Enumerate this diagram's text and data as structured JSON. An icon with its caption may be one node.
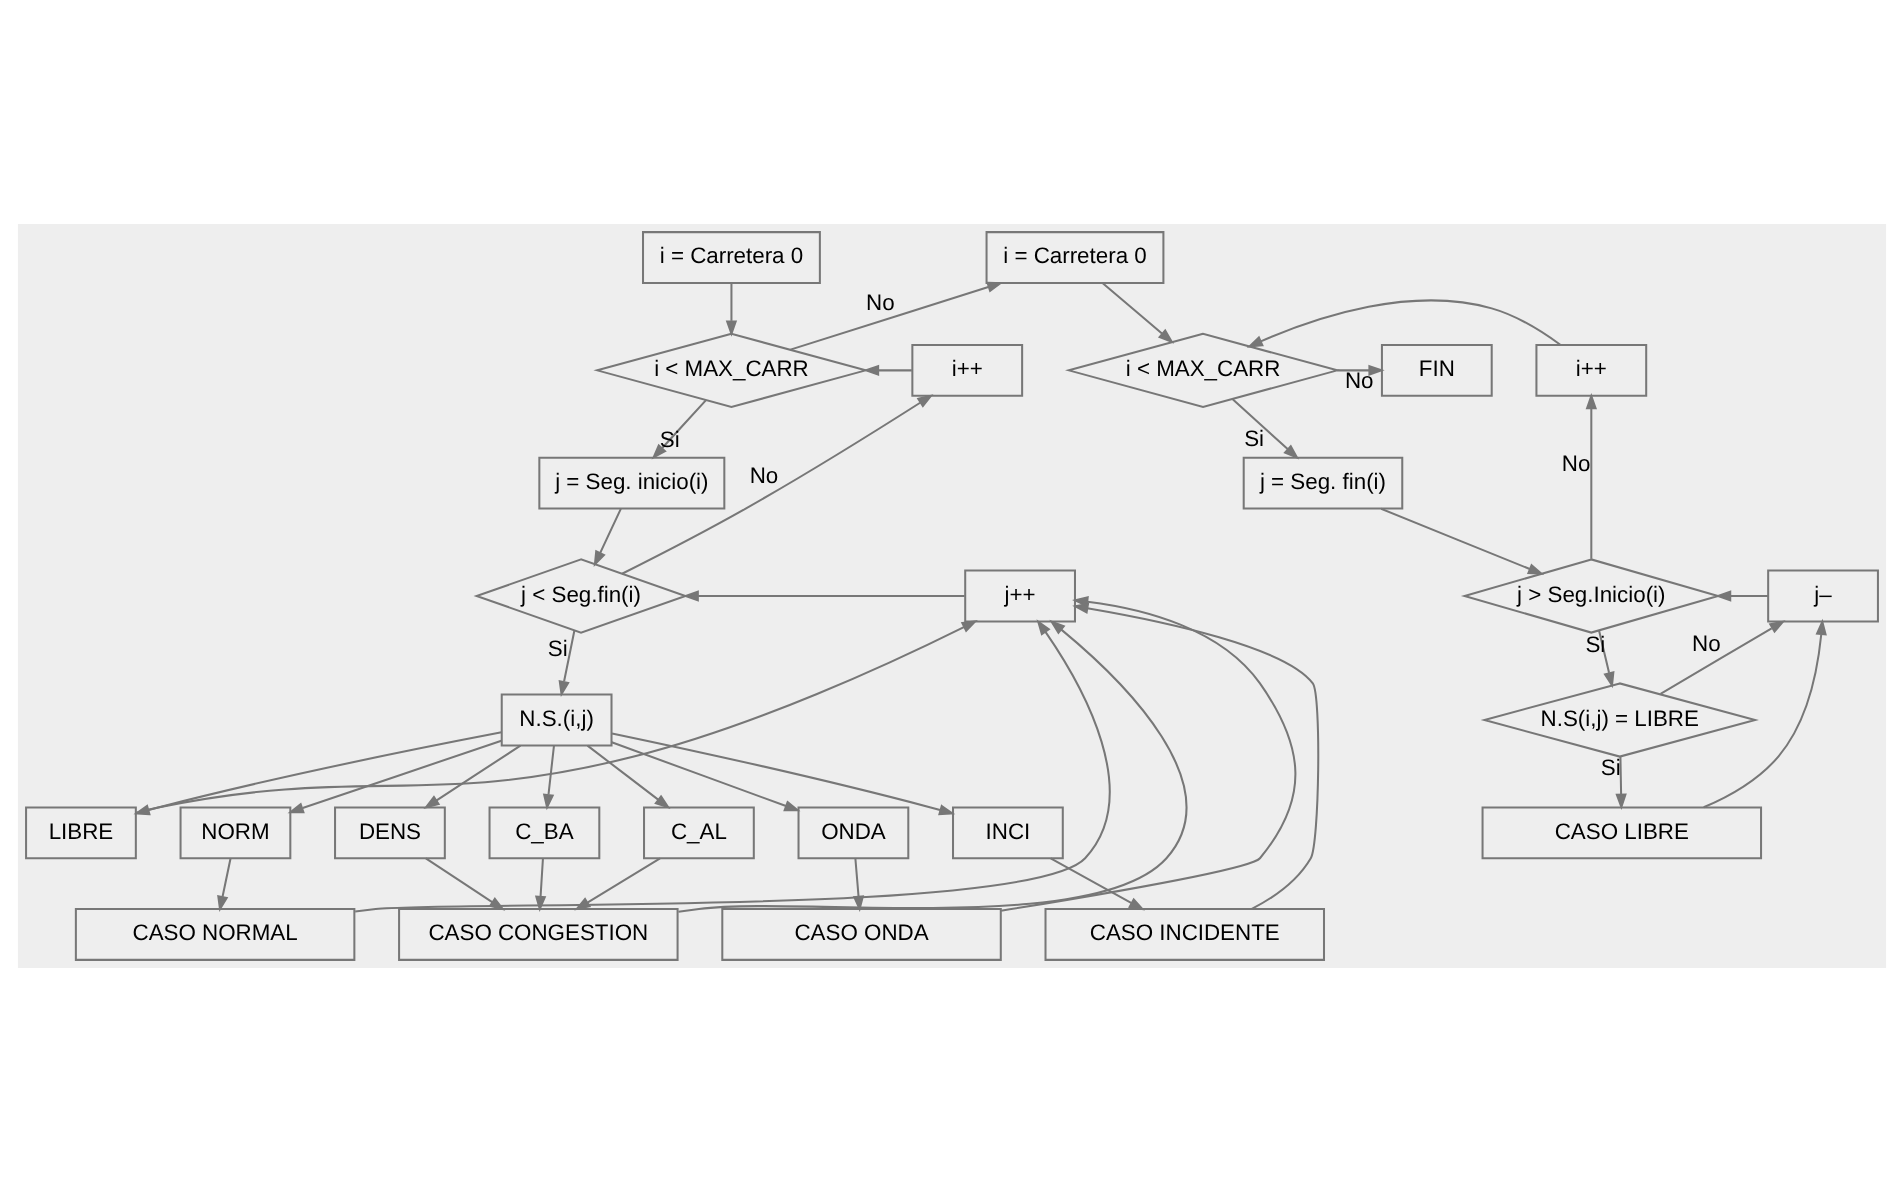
{
  "diagram": {
    "nodes": [
      {
        "text": [
          "i = Carretera 0"
        ]
      },
      {
        "text": [
          "i++"
        ]
      },
      {
        "text": [
          "i < MAX_CARR"
        ]
      },
      {
        "text": [
          "j = Seg. inicio(i)"
        ]
      },
      {
        "text": [
          "j < Seg.fin(i)"
        ]
      },
      {
        "text": [
          "j++"
        ]
      },
      {
        "text": [
          "N.S.(i,j)"
        ]
      },
      {
        "text": [
          "LIBRE"
        ]
      },
      {
        "text": [
          "NORM"
        ]
      },
      {
        "text": [
          "CASO NORMAL"
        ]
      },
      {
        "text": [
          "DENS"
        ]
      },
      {
        "text": [
          "C_BA"
        ]
      },
      {
        "text": [
          "CASO CONGESTION"
        ]
      },
      {
        "text": [
          "C_AL"
        ]
      },
      {
        "text": [
          "ONDA"
        ]
      },
      {
        "text": [
          "CASO ONDA"
        ]
      },
      {
        "text": [
          "INCI"
        ]
      },
      {
        "text": [
          "CASO INCIDENTE"
        ]
      },
      {
        "text": [
          "i = Carretera 0"
        ]
      },
      {
        "text": [
          "i++"
        ]
      },
      {
        "text": [
          "i < MAX_CARR"
        ]
      },
      {
        "text": [
          "FIN"
        ]
      },
      {
        "text": [
          "j = Seg. fin(i)"
        ]
      },
      {
        "text": [
          "j > Seg.Inicio(i)"
        ]
      },
      {
        "text": [
          "j–"
        ]
      },
      {
        "text": [
          "N.S(i,j) = LIBRE"
        ]
      },
      {
        "text": [
          "CASO LIBRE"
        ]
      }
    ],
    "edges": [
      {
        "from": 0,
        "to": 2,
        "arrow": "to"
      },
      {
        "from": 1,
        "to": 2,
        "arrow": "to"
      },
      {
        "from": 2,
        "to": 3,
        "arrow": "to",
        "label": "Si"
      },
      {
        "from": 2,
        "to": 18,
        "arrow": "to",
        "label": "No"
      },
      {
        "from": 3,
        "to": 4,
        "arrow": "to"
      },
      {
        "from": 5,
        "to": 4,
        "arrow": "to"
      },
      {
        "from": 4,
        "to": 1,
        "arrow": "to",
        "label": "No"
      },
      {
        "from": 4,
        "to": 6,
        "arrow": "to",
        "label": "Si"
      },
      {
        "from": 6,
        "to": 7,
        "arrow": "to"
      },
      {
        "from": 6,
        "to": 8,
        "arrow": "to"
      },
      {
        "from": 6,
        "to": 10,
        "arrow": "to"
      },
      {
        "from": 6,
        "to": 11,
        "arrow": "to"
      },
      {
        "from": 6,
        "to": 13,
        "arrow": "to"
      },
      {
        "from": 6,
        "to": 14,
        "arrow": "to"
      },
      {
        "from": 6,
        "to": 16,
        "arrow": "to"
      },
      {
        "from": 7,
        "to": 5,
        "arrow": "to"
      },
      {
        "from": 8,
        "to": 9,
        "arrow": "to"
      },
      {
        "from": 10,
        "to": 12,
        "arrow": "to"
      },
      {
        "from": 11,
        "to": 12,
        "arrow": "to"
      },
      {
        "from": 13,
        "to": 12,
        "arrow": "to"
      },
      {
        "from": 14,
        "to": 15,
        "arrow": "to"
      },
      {
        "from": 16,
        "to": 17,
        "arrow": "to"
      },
      {
        "from": 9,
        "to": 5,
        "arrow": "to"
      },
      {
        "from": 12,
        "to": 5,
        "arrow": "to"
      },
      {
        "from": 15,
        "to": 5,
        "arrow": "to"
      },
      {
        "from": 17,
        "to": 5,
        "arrow": "to"
      },
      {
        "from": 18,
        "to": 20,
        "arrow": "to"
      },
      {
        "from": 19,
        "to": 20,
        "arrow": "to"
      },
      {
        "from": 20,
        "to": 21,
        "arrow": "to",
        "label": "No"
      },
      {
        "from": 20,
        "to": 22,
        "arrow": "to",
        "label": "Si"
      },
      {
        "from": 22,
        "to": 23,
        "arrow": "to"
      },
      {
        "from": 24,
        "to": 23,
        "arrow": "to"
      },
      {
        "from": 23,
        "to": 19,
        "arrow": "to",
        "label": "No"
      },
      {
        "from": 23,
        "to": 25,
        "arrow": "to",
        "label": "Si"
      },
      {
        "from": 25,
        "to": 24,
        "arrow": "to",
        "label": "No"
      },
      {
        "from": 25,
        "to": 26,
        "arrow": "to",
        "label": "Si"
      },
      {
        "from": 26,
        "to": 24,
        "arrow": "to"
      }
    ]
  }
}
